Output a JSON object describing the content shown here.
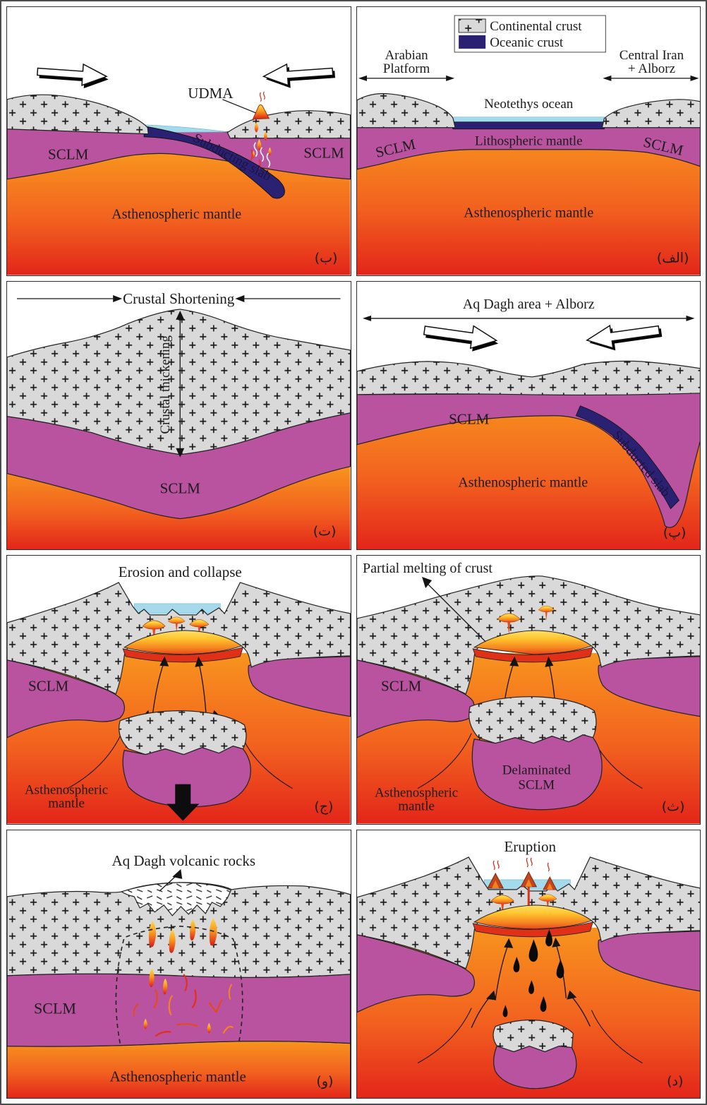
{
  "legend": {
    "continental": "Continental crust",
    "oceanic": "Oceanic crust"
  },
  "colors": {
    "continental_crust": "#d9d9d9",
    "oceanic_crust": "#2b2173",
    "sclm_purple": "#b9529f",
    "asthenosphere_top": "#f8941e",
    "asthenosphere_bottom": "#e3251a",
    "water_blue": "#a5daec",
    "melt_yellow": "#ffd94e",
    "melt_orange": "#f58220",
    "melt_red": "#e03118"
  },
  "panels": {
    "alef": {
      "label": "(الف)",
      "arabian_line1": "Arabian",
      "arabian_line2": "Platform",
      "central_line1": "Central Iran",
      "central_line2": "+ Alborz",
      "ocean": "Neotethys ocean",
      "lithospheric": "Lithospheric mantle",
      "sclm_left": "SCLM",
      "sclm_right": "SCLM",
      "asthenosphere": "Asthenospheric mantle"
    },
    "be": {
      "label": "(ب)",
      "udma": "UDMA",
      "slab": "Subducting slab",
      "sclm_left": "SCLM",
      "sclm_right": "SCLM",
      "asthenosphere": "Asthenospheric mantle"
    },
    "pe": {
      "label": "(پ)",
      "title": "Aq Dagh area + Alborz",
      "sclm": "SCLM",
      "slab": "Subducted slab",
      "asthenosphere": "Asthenospheric mantle"
    },
    "te": {
      "label": "(ت)",
      "shortening": "Crustal Shortening",
      "thickening": "Crustal thickening",
      "sclm": "SCLM"
    },
    "se": {
      "label": "(ث)",
      "title": "Partial melting of crust",
      "sclm": "SCLM",
      "delaminated_line1": "Delaminated",
      "delaminated_line2": "SCLM",
      "asth_line1": "Asthenospheric",
      "asth_line2": "mantle"
    },
    "jim": {
      "label": "(ج)",
      "title": "Erosion and collapse",
      "sclm": "SCLM",
      "asth_line1": "Asthenospheric",
      "asth_line2": "mantle"
    },
    "dal": {
      "label": "(د)",
      "title": "Eruption"
    },
    "vav": {
      "label": "(و)",
      "title": "Aq Dagh volcanic rocks",
      "sclm": "SCLM",
      "asthenosphere": "Asthenospheric mantle"
    }
  }
}
